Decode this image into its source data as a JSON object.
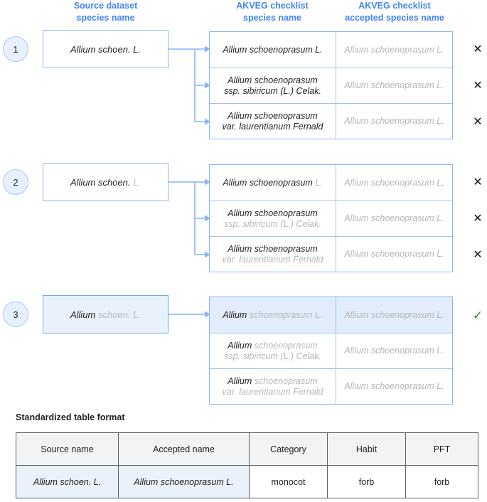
{
  "headers": {
    "source": [
      "Source dataset",
      "species name"
    ],
    "checklist": [
      "AKVEG checklist",
      "species name"
    ],
    "accepted": [
      "AKVEG checklist",
      "accepted species name"
    ]
  },
  "colors": {
    "header_blue": "#4285f4",
    "box_border_blue": "#8ab4f8",
    "highlight_fill": "#e2ecfb",
    "dim_text": "#b4b7bb",
    "check_green": "#1e8e3e",
    "x_black": "#151515"
  },
  "groups": [
    {
      "index": "1",
      "source_dark": "Allium schoen. L.",
      "source_dim": "",
      "highlight_source": false,
      "rows": [
        {
          "species_dark": "Allium schoenoprasum L.",
          "species_dim": "",
          "species_line2_dark": "",
          "species_line2_dim": "",
          "accepted": "Allium schoenoprasum L.",
          "mark": "✕",
          "mark_kind": "x",
          "highlight": false
        },
        {
          "species_dark": "Allium schoenoprasum",
          "species_dim": "",
          "species_line2_dark": "ssp. sibiricum (L.) Celak.",
          "species_line2_dim": "",
          "accepted": "Allium schoenoprasum L.",
          "mark": "✕",
          "mark_kind": "x",
          "highlight": false
        },
        {
          "species_dark": "Allium schoenoprasum",
          "species_dim": "",
          "species_line2_dark": "var. laurentianum Fernald",
          "species_line2_dim": "",
          "accepted": "Allium schoenoprasum L.",
          "mark": "✕",
          "mark_kind": "x",
          "highlight": false
        }
      ]
    },
    {
      "index": "2",
      "source_dark": "Allium schoen.",
      "source_dim": " L.",
      "highlight_source": false,
      "rows": [
        {
          "species_dark": "Allium schoenoprasum",
          "species_dim": " L.",
          "species_line2_dark": "",
          "species_line2_dim": "",
          "accepted": "Allium schoenoprasum L.",
          "mark": "✕",
          "mark_kind": "x",
          "highlight": false
        },
        {
          "species_dark": "Allium schoenoprasum",
          "species_dim": "",
          "species_line2_dark": "",
          "species_line2_dim": "ssp. sibiricum (L.) Celak.",
          "accepted": "Allium schoenoprasum L.",
          "mark": "✕",
          "mark_kind": "x",
          "highlight": false
        },
        {
          "species_dark": "Allium schoenoprasum",
          "species_dim": "",
          "species_line2_dark": "",
          "species_line2_dim": "var. laurentianum Fernald",
          "accepted": "Allium schoenoprasum L.",
          "mark": "✕",
          "mark_kind": "x",
          "highlight": false
        }
      ]
    },
    {
      "index": "3",
      "source_dark": "Allium",
      "source_dim": " schoen. L.",
      "highlight_source": true,
      "rows": [
        {
          "species_dark": "Allium",
          "species_dim": " schoenoprasum L.",
          "species_line2_dark": "",
          "species_line2_dim": "",
          "accepted": "Allium schoenoprasum L.",
          "mark": "✓",
          "mark_kind": "ok",
          "highlight": true
        },
        {
          "species_dark": "Allium",
          "species_dim": " schoenoprasum",
          "species_line2_dark": "",
          "species_line2_dim": "ssp. sibiricum (L.) Celak.",
          "accepted": "Allium schoenoprasum L.",
          "mark": "",
          "mark_kind": "none",
          "highlight": false
        },
        {
          "species_dark": "Allium",
          "species_dim": " schoenoprasum",
          "species_line2_dark": "",
          "species_line2_dim": "var. laurentianum Fernald",
          "accepted": "Allium schoenoprasum L.",
          "mark": "",
          "mark_kind": "none",
          "highlight": false
        }
      ]
    }
  ],
  "standardized": {
    "label": "Standardized table format",
    "columns": [
      "Source name",
      "Accepted name",
      "Category",
      "Habit",
      "PFT"
    ],
    "rows": [
      [
        "Allium schoen. L.",
        "Allium schoenoprasum L.",
        "monocot",
        "forb",
        "forb"
      ]
    ]
  }
}
